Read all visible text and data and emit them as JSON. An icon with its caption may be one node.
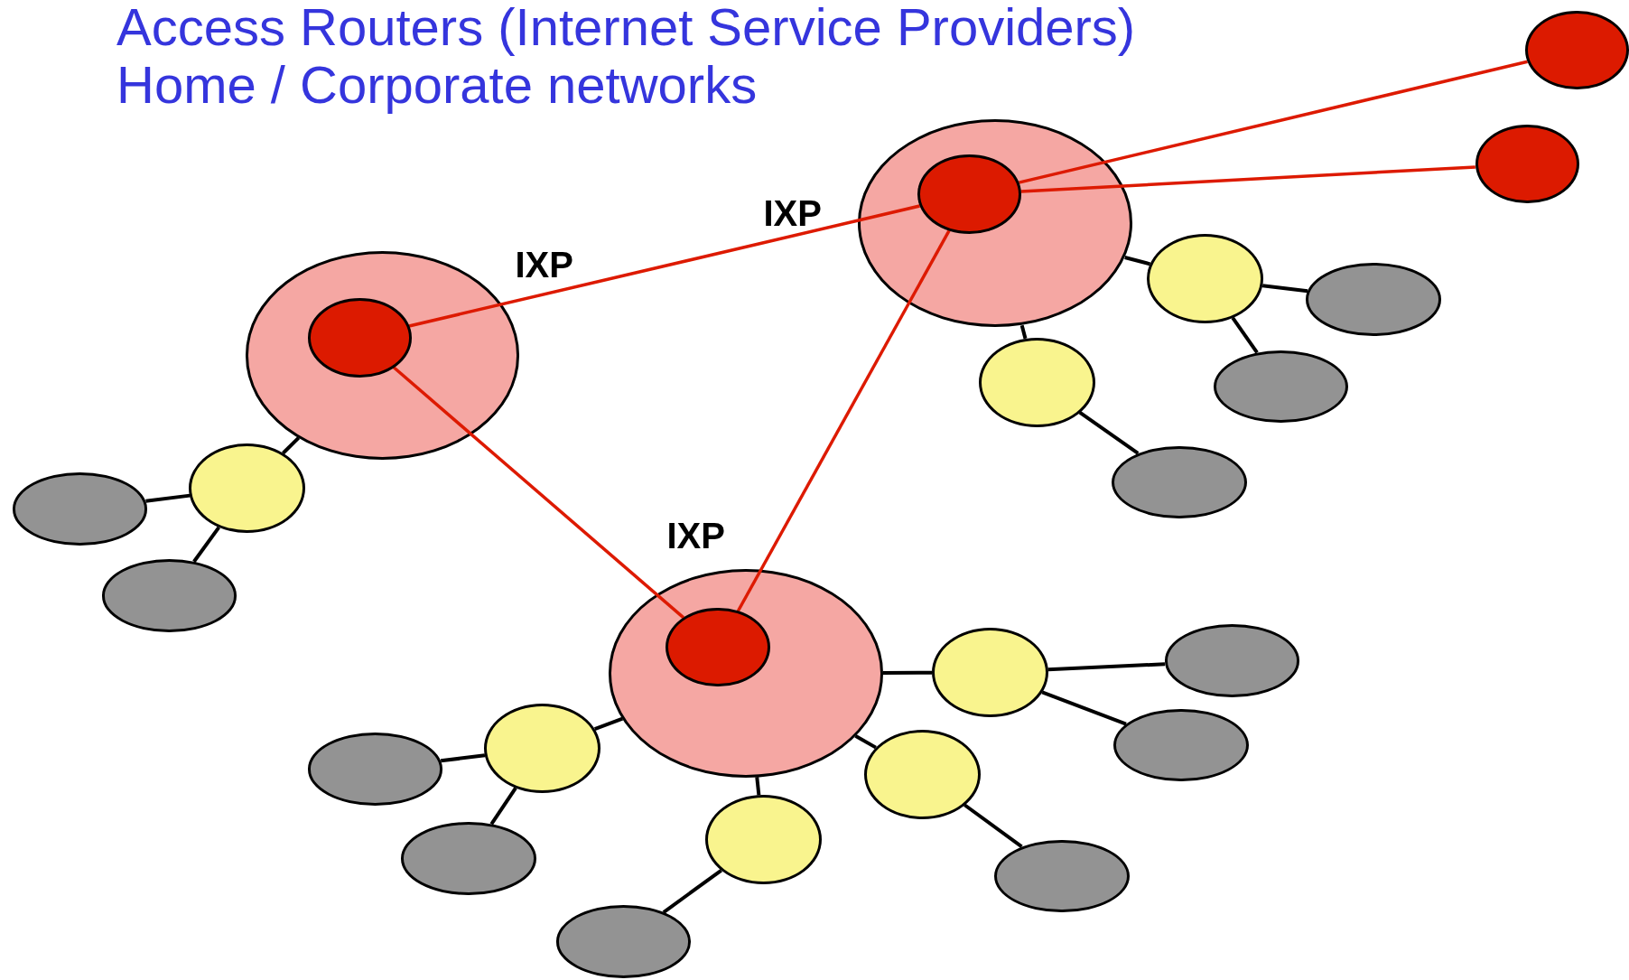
{
  "diagram": {
    "nodes": [
      {
        "text": [
          "IXP"
        ]
      },
      {
        "text": [],
        "shape": "circle",
        "in": 0
      },
      {
        "text": [],
        "shape": "circle"
      },
      {
        "text": [],
        "shape": "circle"
      },
      {
        "text": [],
        "shape": "circle"
      },
      {
        "text": [],
        "shape": "circle"
      },
      {
        "text": [],
        "shape": "circle"
      },
      {
        "text": [],
        "shape": "circle"
      },
      {
        "text": [],
        "shape": "circle"
      },
      {
        "text": [
          "IXP"
        ]
      },
      {
        "text": [],
        "shape": "circle",
        "in": 9
      },
      {
        "text": [],
        "shape": "circle"
      },
      {
        "text": [],
        "shape": "circle"
      },
      {
        "text": [],
        "shape": "circle"
      },
      {
        "text": [
          "IXP"
        ]
      },
      {
        "text": [],
        "shape": "circle",
        "in": 14
      },
      {
        "text": [],
        "shape": "circle"
      },
      {
        "text": [],
        "shape": "circle"
      },
      {
        "text": [],
        "shape": "circle"
      },
      {
        "text": [],
        "shape": "circle"
      },
      {
        "text": [],
        "shape": "circle"
      },
      {
        "text": [],
        "shape": "circle"
      },
      {
        "text": [],
        "shape": "circle"
      },
      {
        "text": [],
        "shape": "circle"
      },
      {
        "text": [],
        "shape": "circle"
      },
      {
        "text": [],
        "shape": "circle"
      }
    ],
    "edges": [
      {
        "from": 10,
        "to": 1,
        "arrow": "none",
        "color": "#dd1a00"
      },
      {
        "from": 10,
        "to": 15,
        "arrow": "none",
        "color": "#dd1a00"
      },
      {
        "from": 1,
        "to": 15,
        "arrow": "none",
        "color": "#dd1a00"
      },
      {
        "from": 1,
        "to": 2,
        "arrow": "none",
        "color": "#dd1a00"
      },
      {
        "from": 1,
        "to": 3,
        "arrow": "none",
        "color": "#dd1a00"
      },
      {
        "from": 0,
        "to": 4,
        "arrow": "none"
      },
      {
        "from": 4,
        "to": 5,
        "arrow": "none"
      },
      {
        "from": 4,
        "to": 6,
        "arrow": "none"
      },
      {
        "from": 0,
        "to": 7,
        "arrow": "none"
      },
      {
        "from": 7,
        "to": 8,
        "arrow": "none"
      },
      {
        "from": 9,
        "to": 11,
        "arrow": "none"
      },
      {
        "from": 11,
        "to": 12,
        "arrow": "none"
      },
      {
        "from": 11,
        "to": 13,
        "arrow": "none"
      },
      {
        "from": 14,
        "to": 16,
        "arrow": "none"
      },
      {
        "from": 16,
        "to": 17,
        "arrow": "none"
      },
      {
        "from": 16,
        "to": 18,
        "arrow": "none"
      },
      {
        "from": 14,
        "to": 19,
        "arrow": "none"
      },
      {
        "from": 19,
        "to": 20,
        "arrow": "none"
      },
      {
        "from": 19,
        "to": 21,
        "arrow": "none"
      },
      {
        "from": 14,
        "to": 22,
        "arrow": "none"
      },
      {
        "from": 22,
        "to": 23,
        "arrow": "none"
      },
      {
        "from": 14,
        "to": 24,
        "arrow": "none"
      },
      {
        "from": 24,
        "to": 25,
        "arrow": "none"
      }
    ],
    "labels": [
      "Access Routers (Internet Service Providers)",
      "Home / Corporate networks"
    ]
  }
}
